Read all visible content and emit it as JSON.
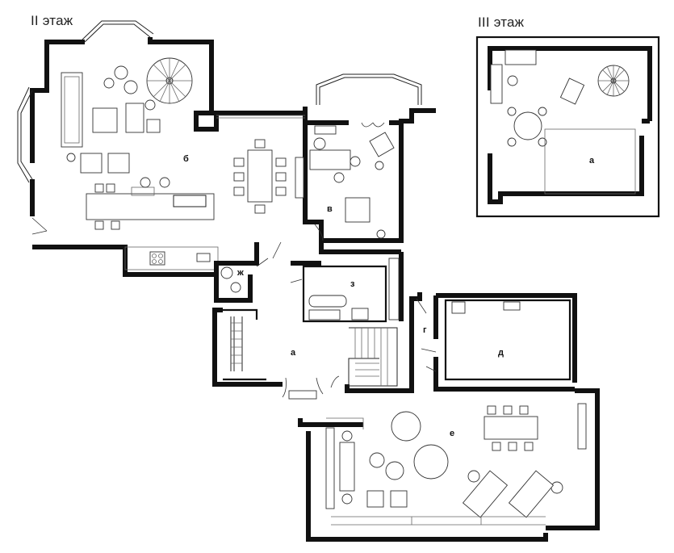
{
  "floors": {
    "second": {
      "title": "II этаж"
    },
    "third": {
      "title": "III этаж"
    }
  },
  "rooms": {
    "second_floor": {
      "a": "а",
      "b": "б",
      "v": "в",
      "g": "г",
      "d": "д",
      "e": "е",
      "zh": "ж",
      "z": "з"
    },
    "third_floor": {
      "a": "а"
    }
  }
}
